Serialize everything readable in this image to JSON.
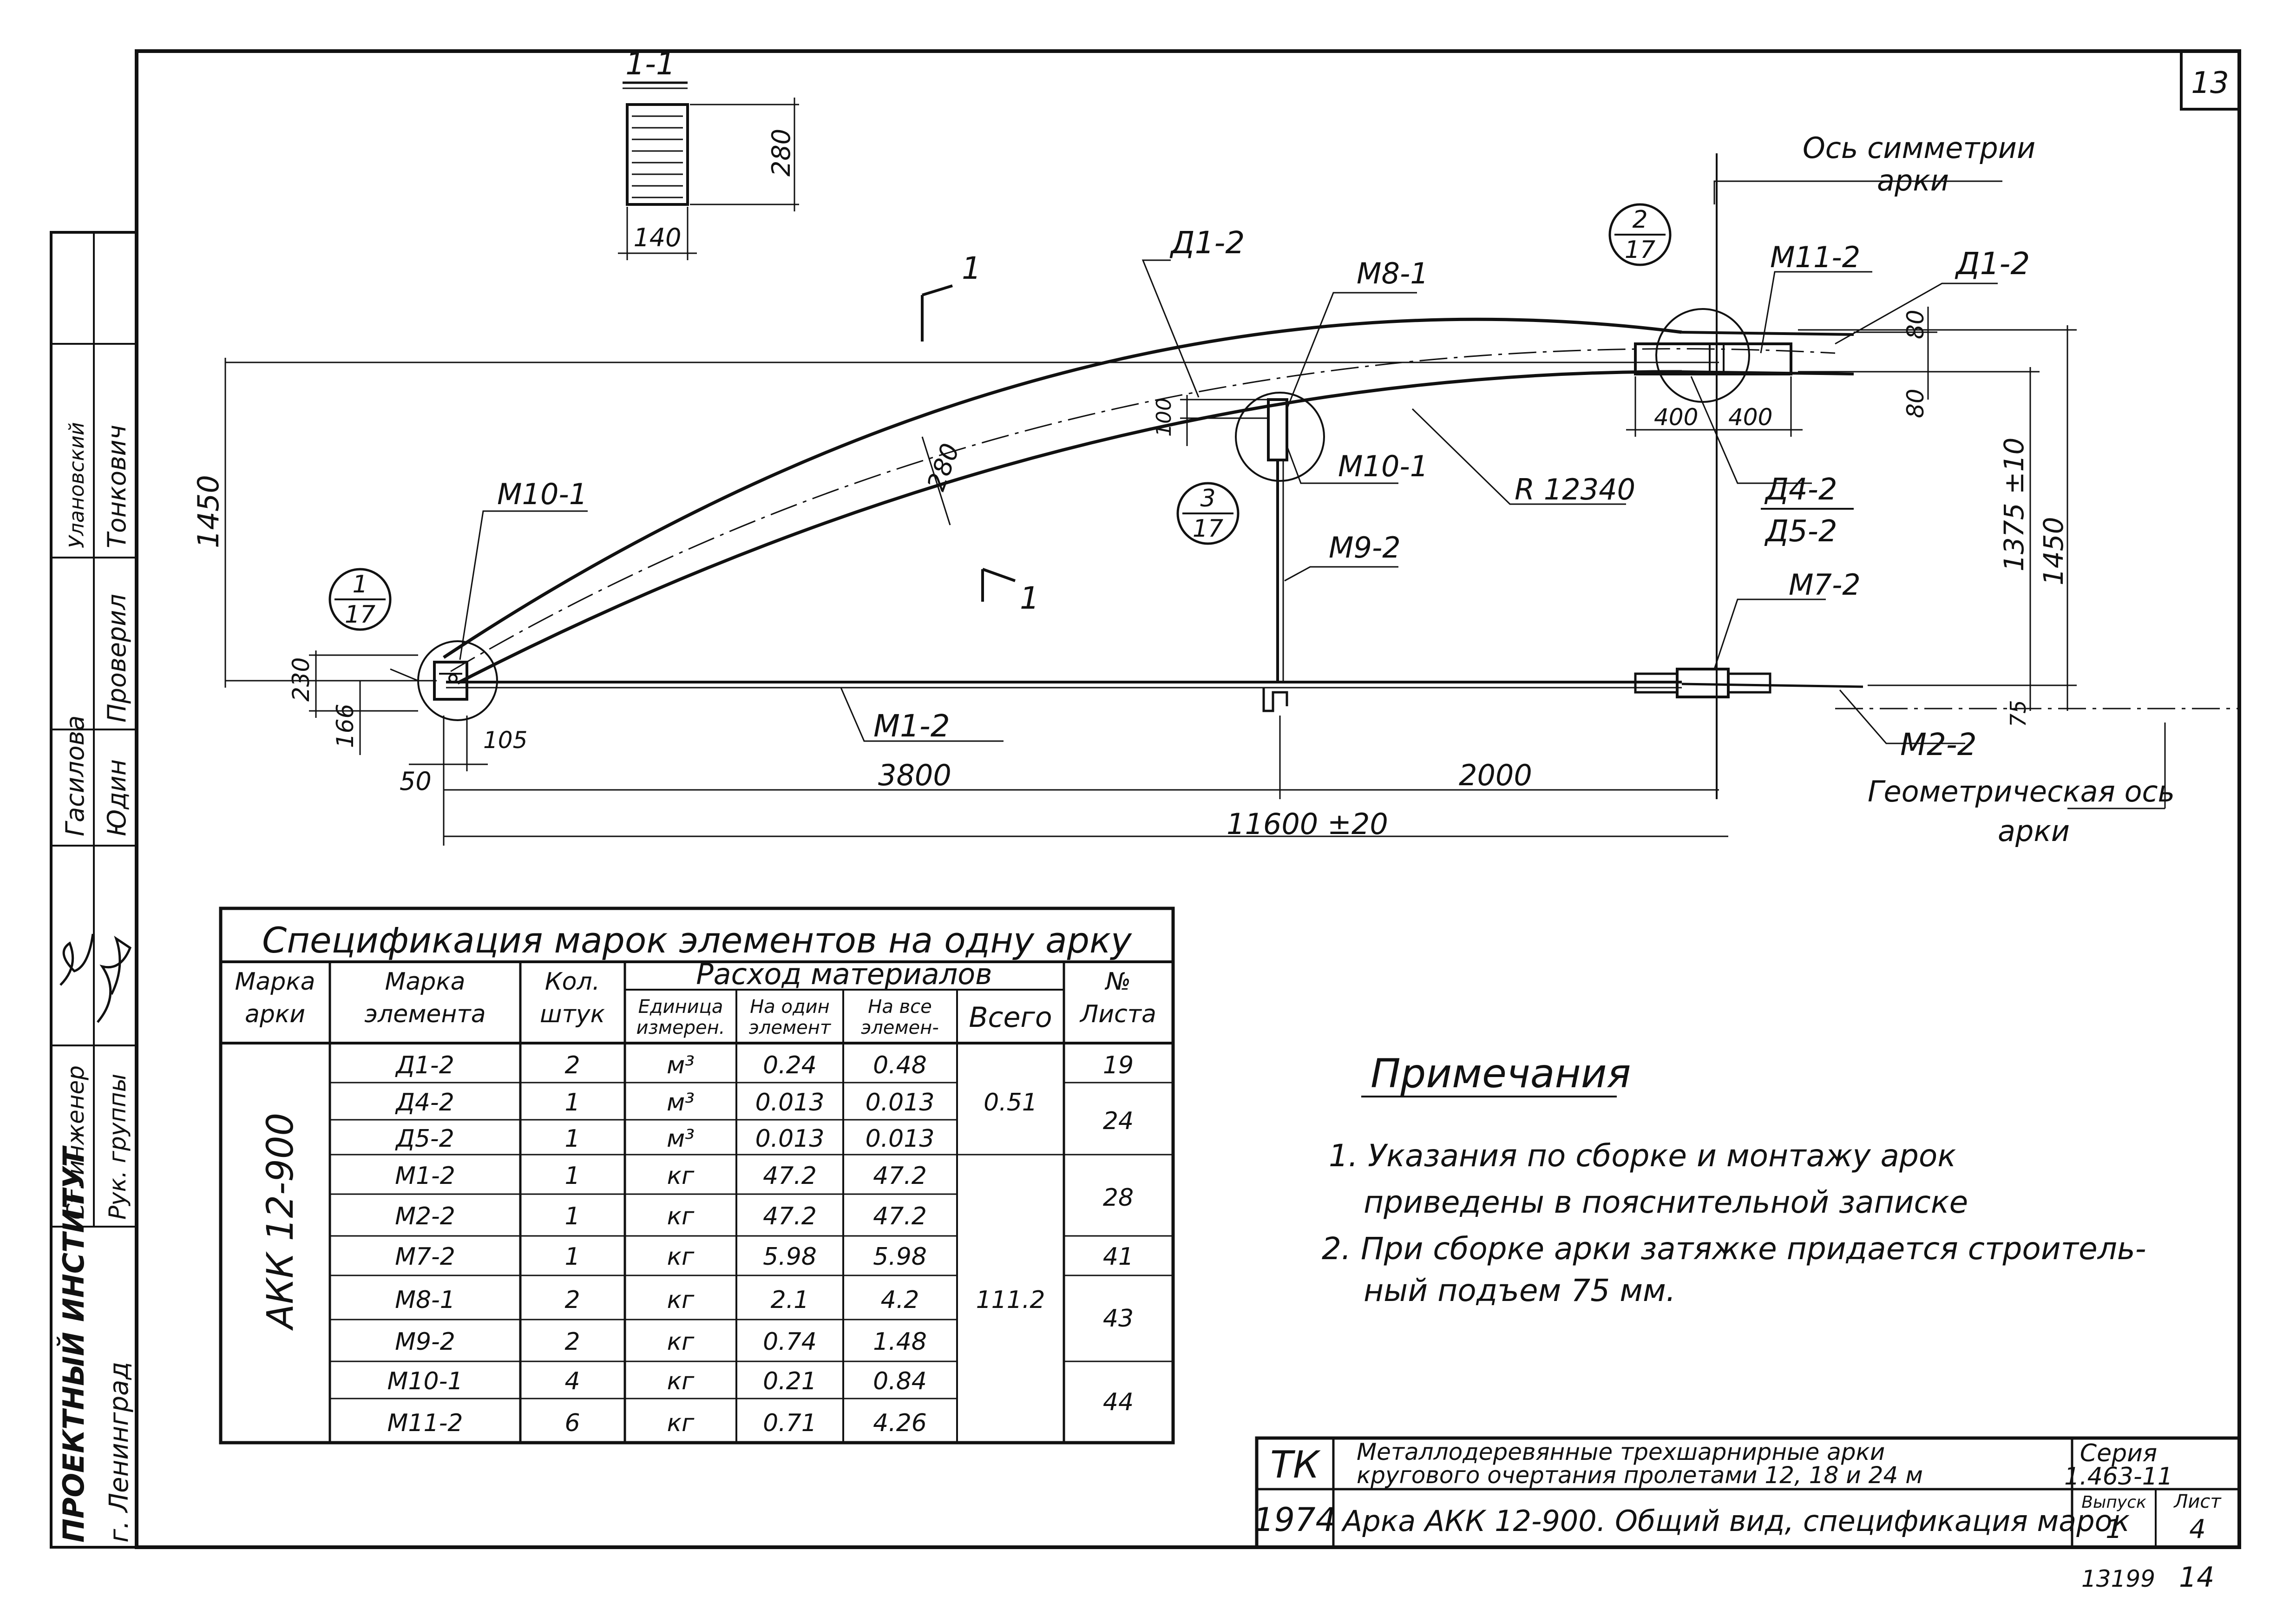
{
  "sheet": {
    "page_number": "13",
    "archive_number": "13199",
    "corner_mark": "14"
  },
  "left_stamp": {
    "institute": "ПРОЕКТНЫЙ ИНСТИТУТ",
    "city": "г. Ленинград",
    "roles": [
      {
        "role": "Рук. группы",
        "name": ""
      },
      {
        "role": "Ст. инженер",
        "name": ""
      },
      {
        "role": "",
        "name": "Юдин"
      },
      {
        "role": "",
        "name": "Гасилова"
      },
      {
        "role": "Проверил",
        "name": "Улановский"
      },
      {
        "role": "",
        "name": "Тонкович"
      }
    ]
  },
  "drawing": {
    "section_label": "1-1",
    "section_height": "280",
    "section_width": "140",
    "cut_mark": "1",
    "symmetry_axis_label_1": "Ось симметрии",
    "symmetry_axis_label_2": "арки",
    "geometric_axis_label_1": "Геометрическая ось",
    "geometric_axis_label_2": "арки",
    "callouts": {
      "d1_2_top": "Д1-2",
      "d1_2_right": "Д1-2",
      "m8_1": "М8-1",
      "m11_2": "М11-2",
      "m10_1_left": "М10-1",
      "m10_1_mid": "М10-1",
      "m9_2": "М9-2",
      "r_label": "R 12340",
      "d4_2": "Д4-2",
      "d5_2": "Д5-2",
      "m7_2": "М7-2",
      "m1_2": "М1-2",
      "m2_2": "М2-2"
    },
    "node_refs": [
      {
        "top": "1",
        "bottom": "17"
      },
      {
        "top": "2",
        "bottom": "17"
      },
      {
        "top": "3",
        "bottom": "17"
      }
    ],
    "dimensions": {
      "d1450_left": "1450",
      "d280": "280",
      "d100": "100",
      "d80_top": "80",
      "d80_bottom": "80",
      "d400_a": "400",
      "d400_b": "400",
      "d1375": "1375 ±10",
      "d1450_right": "1450",
      "d75": "75",
      "d230": "230",
      "d166": "166",
      "d105": "105",
      "d50": "50",
      "d3800": "3800",
      "d2000": "2000",
      "d11600": "11600 ±20"
    }
  },
  "spec_table": {
    "title": "Спецификация марок элементов на одну арку",
    "headers": {
      "arch_mark": [
        "Марка",
        "арки"
      ],
      "element_mark": [
        "Марка",
        "элемента"
      ],
      "qty": [
        "Кол.",
        "штук"
      ],
      "materials": "Расход материалов",
      "unit": [
        "Единица",
        "измерен."
      ],
      "per_one": [
        "На один",
        "элемент"
      ],
      "per_all": [
        "На все",
        "элемен-"
      ],
      "total": "Всего",
      "sheet_no": [
        "№",
        "Листа"
      ]
    },
    "arch_name": "АКК 12-900",
    "rows": [
      {
        "mark": "Д1-2",
        "qty": "2",
        "unit": "м³",
        "one": "0.24",
        "all": "0.48"
      },
      {
        "mark": "Д4-2",
        "qty": "1",
        "unit": "м³",
        "one": "0.013",
        "all": "0.013"
      },
      {
        "mark": "Д5-2",
        "qty": "1",
        "unit": "м³",
        "one": "0.013",
        "all": "0.013"
      },
      {
        "mark": "М1-2",
        "qty": "1",
        "unit": "кг",
        "one": "47.2",
        "all": "47.2"
      },
      {
        "mark": "М2-2",
        "qty": "1",
        "unit": "кг",
        "one": "47.2",
        "all": "47.2"
      },
      {
        "mark": "М7-2",
        "qty": "1",
        "unit": "кг",
        "one": "5.98",
        "all": "5.98"
      },
      {
        "mark": "М8-1",
        "qty": "2",
        "unit": "кг",
        "one": "2.1",
        "all": "4.2"
      },
      {
        "mark": "М9-2",
        "qty": "2",
        "unit": "кг",
        "one": "0.74",
        "all": "1.48"
      },
      {
        "mark": "М10-1",
        "qty": "4",
        "unit": "кг",
        "one": "0.21",
        "all": "0.84"
      },
      {
        "mark": "М11-2",
        "qty": "6",
        "unit": "кг",
        "one": "0.71",
        "all": "4.26"
      }
    ],
    "totals": [
      "0.51",
      "111.2"
    ],
    "sheets": [
      "19",
      "24",
      "28",
      "41",
      "43",
      "44"
    ]
  },
  "notes": {
    "title": "Примечания",
    "lines": [
      "1. Указания по сборке и монтажу арок",
      "приведены в пояснительной записке",
      "2. При сборке арки затяжке придается строитель-",
      "ный подъем 75 мм."
    ]
  },
  "title_block": {
    "code": "ТК",
    "year": "1974",
    "series_title_1": "Металлодеревянные трехшарнирные арки",
    "series_title_2": "кругового очертания пролетами 12, 18 и 24 м",
    "sheet_title": "Арка АКК 12-900. Общий вид, спецификация марок",
    "series_label": "Серия",
    "series_value": "1.463-11",
    "issue_label": "Выпуск",
    "issue_value": "1",
    "list_label": "Лист",
    "list_value": "4"
  }
}
